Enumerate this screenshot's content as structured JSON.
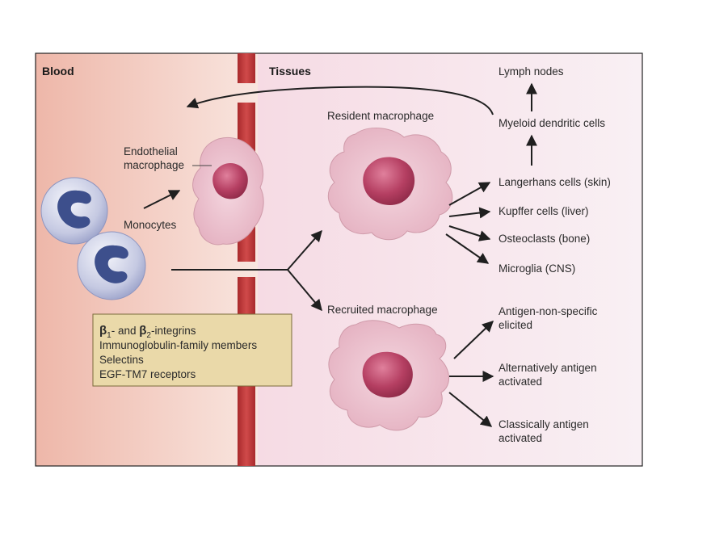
{
  "regions": {
    "blood": "Blood",
    "tissues": "Tissues"
  },
  "labels": {
    "endothelial_line1": "Endothelial",
    "endothelial_line2": "macrophage",
    "monocytes": "Monocytes",
    "resident": "Resident macrophage",
    "recruited": "Recruited macrophage",
    "lymph_nodes": "Lymph nodes",
    "myeloid_dc": "Myeloid dendritic cells"
  },
  "resident_outputs": [
    "Langerhans cells (skin)",
    "Kupffer cells (liver)",
    "Osteoclasts (bone)",
    "Microglia (CNS)"
  ],
  "recruited_outputs": {
    "item1_line1": "Antigen-non-specific",
    "item1_line2": "elicited",
    "item2_line1": "Alternatively antigen",
    "item2_line2": "activated",
    "item3_line1": "Classically antigen",
    "item3_line2": "activated"
  },
  "receptor_box": {
    "beta": "β",
    "sub1": "1",
    "sub2": "2",
    "and_text": "- and ",
    "integrins_text": "-integrins",
    "line2": "Immunoglobulin-family members",
    "line3": "Selectins",
    "line4": "EGF-TM7 receptors"
  },
  "colors": {
    "blood_bg": "#f2cfc4",
    "tissue_bg": "#f7e9ef",
    "vessel": "#c4383a",
    "macrophage_body": "#ecc3cf",
    "nucleus": "#b13f63",
    "monocyte_nucleus": "#3d4f8c",
    "receptor_box": "#ead9a9"
  }
}
